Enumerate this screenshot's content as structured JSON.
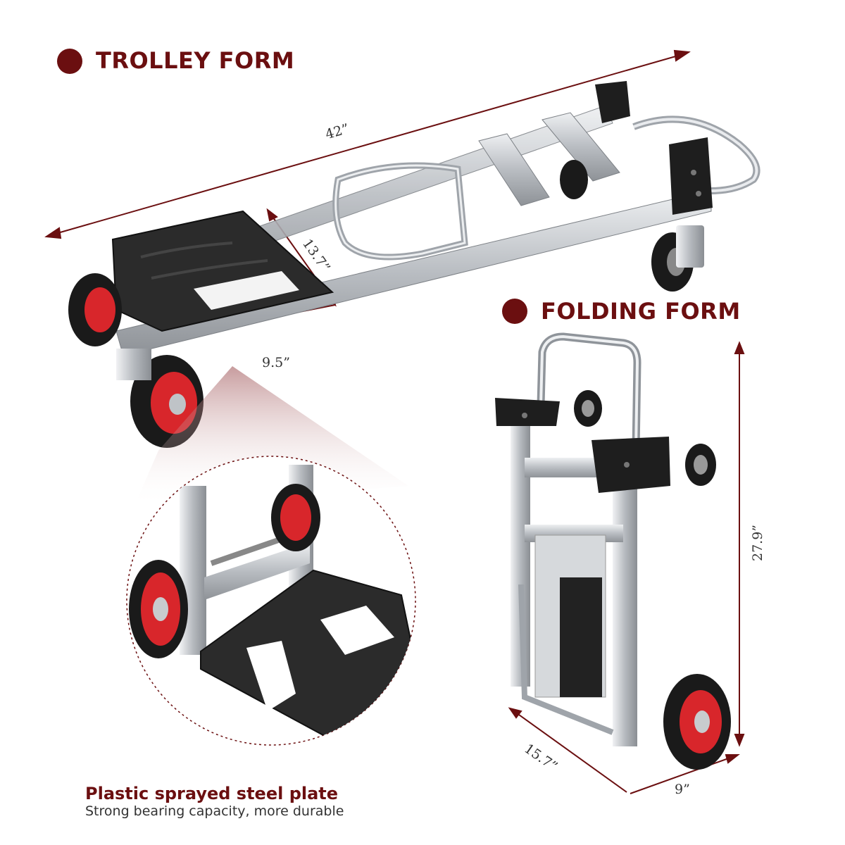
{
  "headings": {
    "trolley_form": "TROLLEY FORM",
    "folding_form": "FOLDING FORM"
  },
  "dimensions": {
    "length": "42”",
    "width_top": "13.7”",
    "plate_width": "9.5”",
    "folded_height": "27.9”",
    "folded_depth": "15.7”",
    "folded_width": "9”"
  },
  "caption": {
    "title": "Plastic sprayed steel plate",
    "subtitle": "Strong bearing capacity, more durable"
  },
  "colors": {
    "accent": "#6b0f10",
    "aluminum": "#c9ccd0",
    "plate": "#2b2b2b",
    "wheel_rim": "#d8262b",
    "tire": "#1a1a1a"
  }
}
